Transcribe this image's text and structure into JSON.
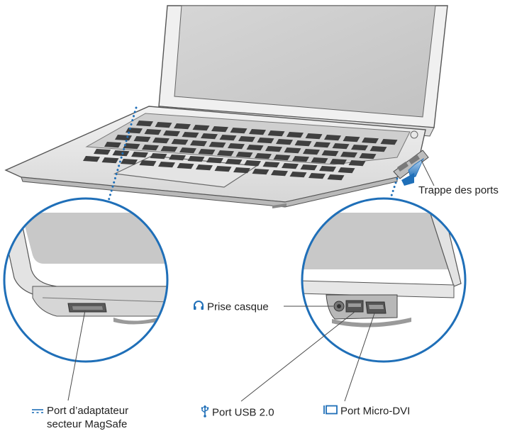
{
  "colors": {
    "accent_blue": "#1f6fb8",
    "body_light": "#ededed",
    "body_mid": "#d9d9d9",
    "body_dark": "#9a9a9a",
    "screen": "#cfcfcf",
    "key": "#3f3f3f",
    "leader": "#4a4a4a"
  },
  "labels": {
    "trap": "Trappe des ports",
    "headphone": "Prise casque",
    "magsafe_line1": "Port d’adaptateur",
    "magsafe_line2": "secteur MagSafe",
    "usb": "Port USB 2.0",
    "dvi": "Port Micro-DVI"
  },
  "icons": {
    "headphone": "headphone-icon",
    "magsafe": "dc-power-icon",
    "usb": "usb-icon",
    "dvi": "display-port-icon"
  }
}
